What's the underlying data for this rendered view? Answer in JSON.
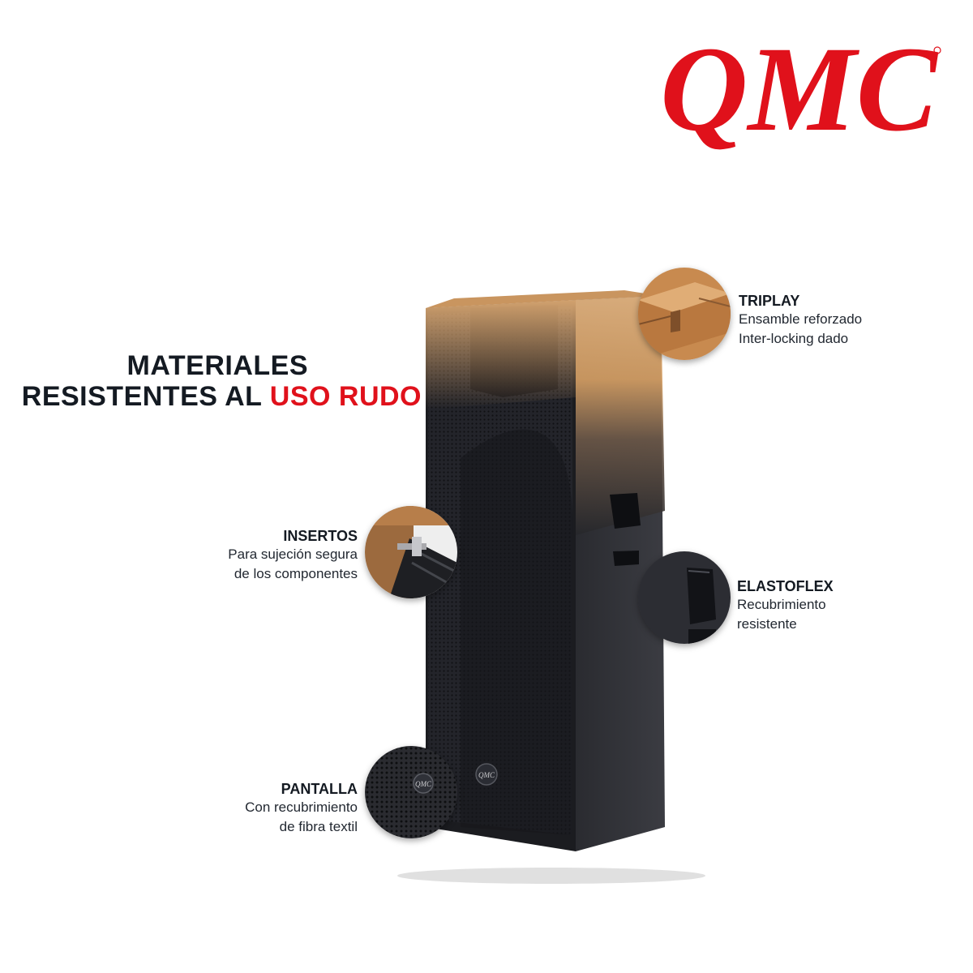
{
  "brand": {
    "logo_text": "QMC",
    "accent_color": "#e0111b"
  },
  "headline": {
    "line1": "MATERIALES",
    "line2_prefix": "RESISTENTES AL ",
    "line2_highlight": "USO RUDO"
  },
  "features": {
    "triplay": {
      "title": "TRIPLAY",
      "line1": "Ensamble reforzado",
      "line2": "Inter-locking dado",
      "icon": "wood-joint-icon"
    },
    "insertos": {
      "title": "INSERTOS",
      "line1": "Para sujeción segura",
      "line2": "de los componentes",
      "icon": "insert-bolt-icon"
    },
    "elastoflex": {
      "title": "ELASTOFLEX",
      "line1": "Recubrimiento",
      "line2": "resistente",
      "icon": "coating-handle-icon"
    },
    "pantalla": {
      "title": "PANTALLA",
      "line1": "Con recubrimiento",
      "line2": "de fibra textil",
      "icon": "grille-icon"
    }
  },
  "product": {
    "badge_text": "QMC"
  }
}
